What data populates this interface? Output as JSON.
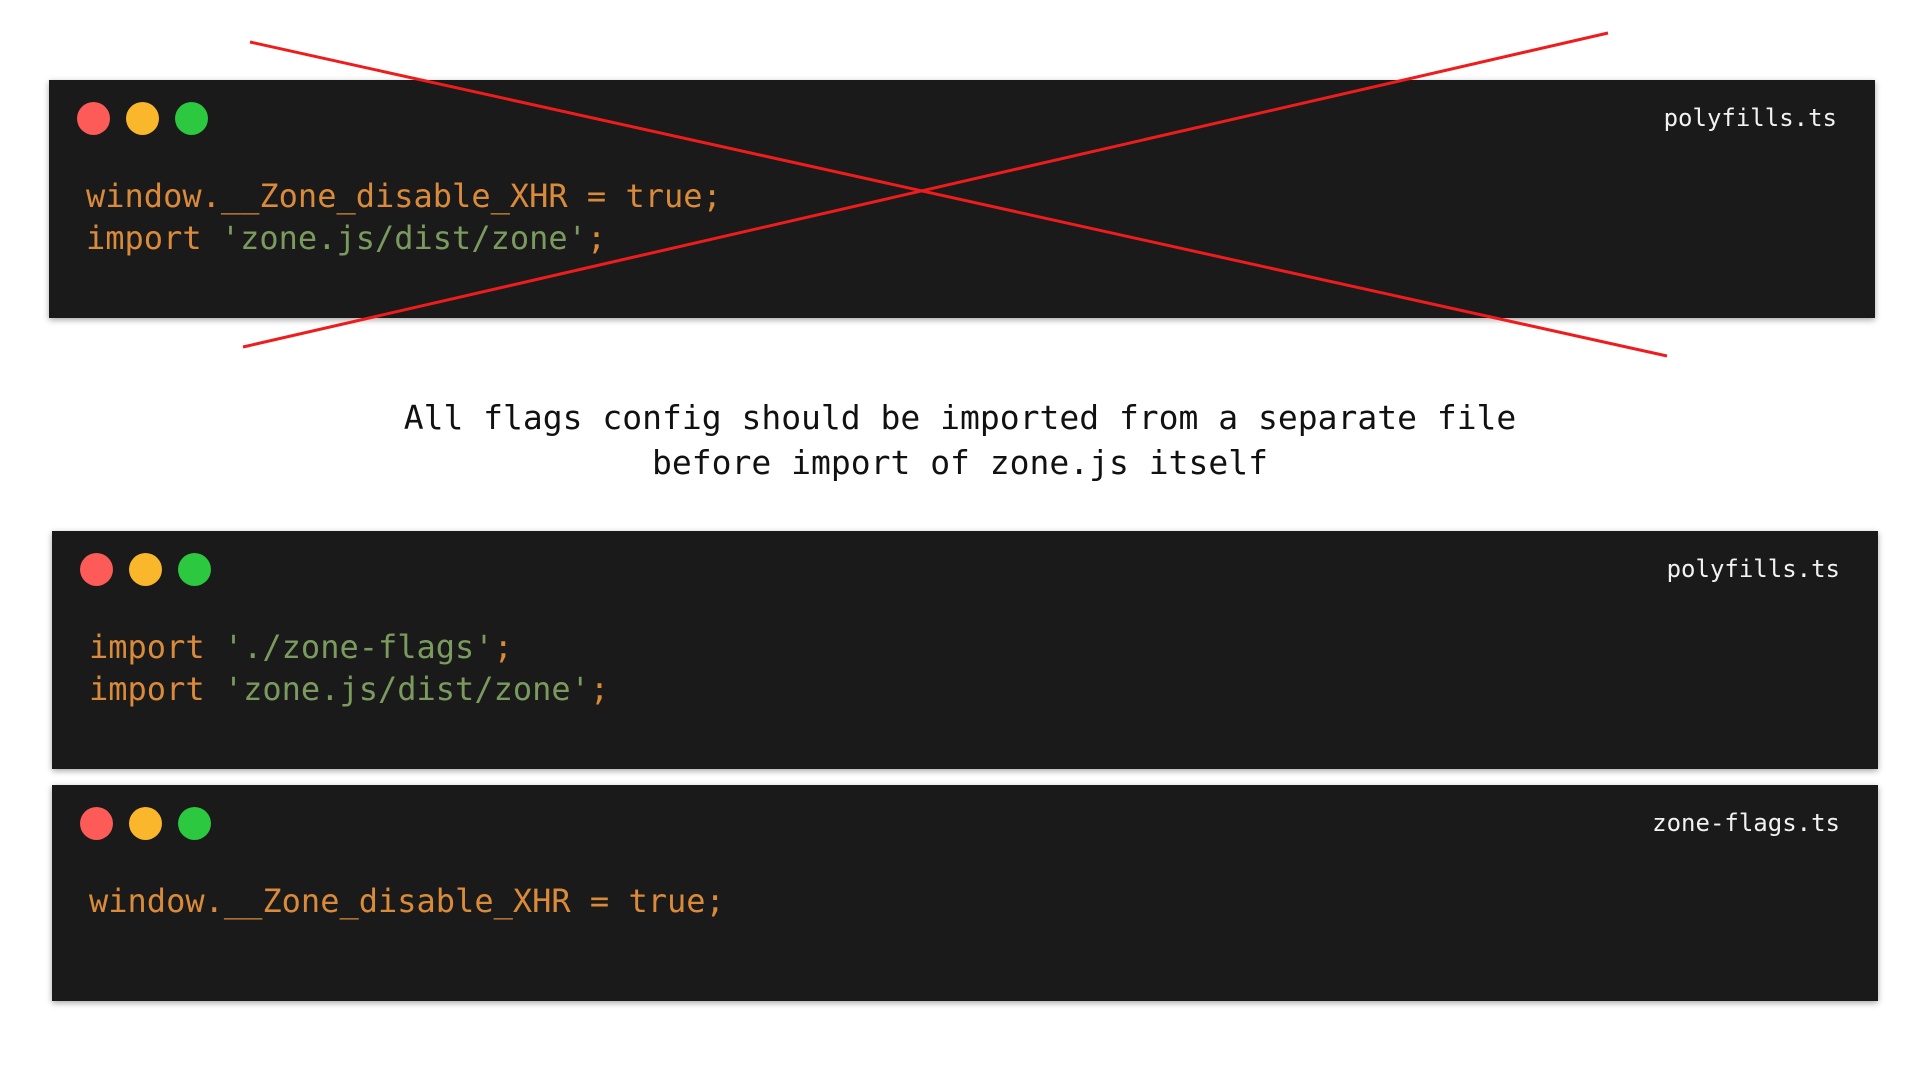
{
  "colors": {
    "window_bg": "#1a1a1a",
    "dot_red": "#fc5b57",
    "dot_yellow": "#fbb72c",
    "dot_green": "#2bc840",
    "keyword": "#d98a3a",
    "string": "#7a9a5e",
    "cross": "#ee1c1c"
  },
  "icons": {
    "window_controls": [
      "close-dot-icon",
      "minimize-dot-icon",
      "maximize-dot-icon"
    ],
    "cross_out": "cross-out-icon"
  },
  "windows": [
    {
      "filename": "polyfills.ts",
      "crossed_out": true,
      "lines": [
        {
          "parts": [
            {
              "kind": "plain",
              "text": "window.__Zone_disable_XHR = true;"
            }
          ]
        },
        {
          "parts": [
            {
              "kind": "kw",
              "text": "import "
            },
            {
              "kind": "str",
              "text": "'zone.js/dist/zone'"
            },
            {
              "kind": "plain",
              "text": ";"
            }
          ]
        }
      ]
    },
    {
      "filename": "polyfills.ts",
      "crossed_out": false,
      "lines": [
        {
          "parts": [
            {
              "kind": "kw",
              "text": "import "
            },
            {
              "kind": "str",
              "text": "'./zone-flags'"
            },
            {
              "kind": "plain",
              "text": ";"
            }
          ]
        },
        {
          "parts": [
            {
              "kind": "kw",
              "text": "import "
            },
            {
              "kind": "str",
              "text": "'zone.js/dist/zone'"
            },
            {
              "kind": "plain",
              "text": ";"
            }
          ]
        }
      ]
    },
    {
      "filename": "zone-flags.ts",
      "crossed_out": false,
      "lines": [
        {
          "parts": [
            {
              "kind": "plain",
              "text": "window.__Zone_disable_XHR = true;"
            }
          ]
        }
      ]
    }
  ],
  "caption": {
    "line1": "All flags config should be imported from a separate file",
    "line2": "before import of zone.js itself"
  }
}
